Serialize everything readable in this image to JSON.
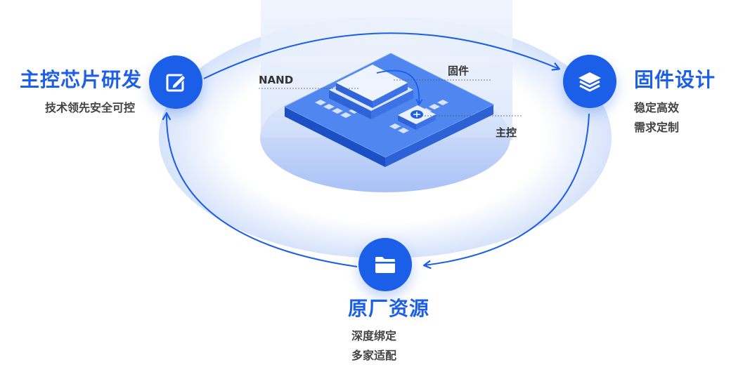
{
  "colors": {
    "accent": "#1b5ee8",
    "ring": "#dbe6fb",
    "text": "#444444"
  },
  "chip": {
    "nand_label": "NAND",
    "firmware_label": "固件",
    "controller_label": "主控"
  },
  "nodes": {
    "chip_rd": {
      "title": "主控芯片研发",
      "lines": [
        "技术领先安全可控"
      ],
      "icon": "edit-icon"
    },
    "firmware": {
      "title": "固件设计",
      "lines": [
        "稳定高效",
        "需求定制"
      ],
      "icon": "layers-icon"
    },
    "resources": {
      "title": "原厂资源",
      "lines": [
        "深度绑定",
        "多家适配"
      ],
      "icon": "folder-icon"
    }
  }
}
